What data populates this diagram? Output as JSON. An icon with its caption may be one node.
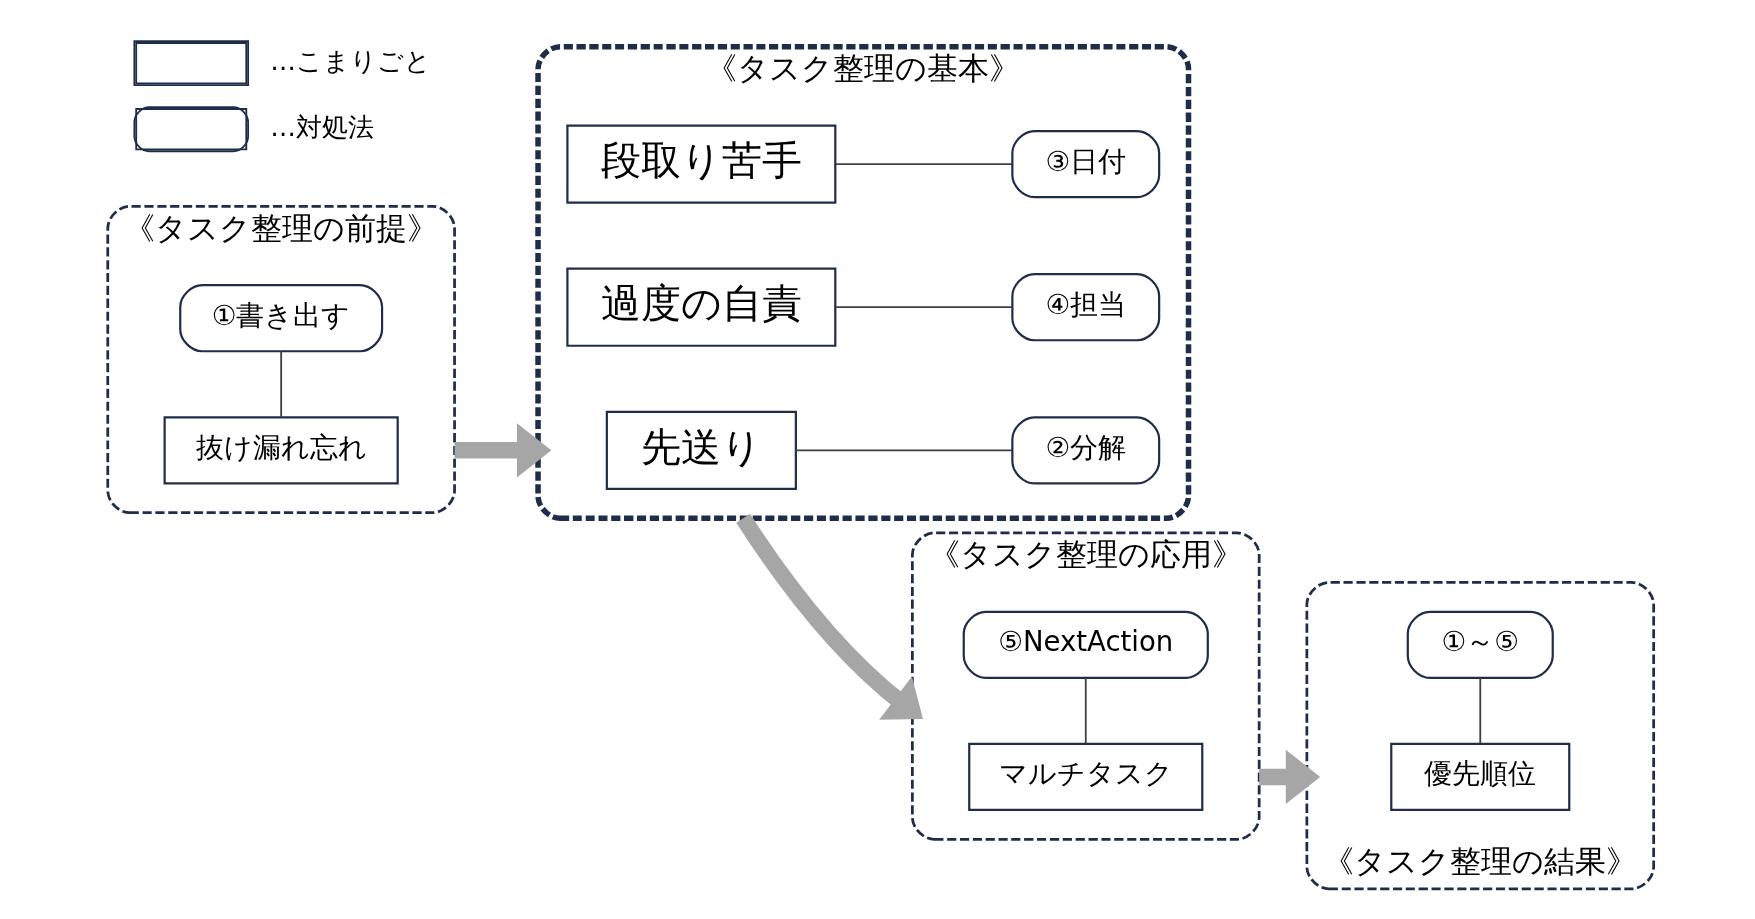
{
  "diagram": {
    "nodes": [
      {
        "text": [
          "《タスク整理の前提》"
        ]
      },
      {
        "text": [
          "抜け漏れ忘れ"
        ],
        "in": 0
      },
      {
        "text": [
          "①書き出す"
        ],
        "in": 0
      },
      {
        "text": [
          "《タスク整理の基本》"
        ]
      },
      {
        "text": [
          "先送り"
        ],
        "in": 3
      },
      {
        "text": [
          "②分解"
        ],
        "in": 3
      },
      {
        "text": [
          "段取り苦手"
        ],
        "in": 3
      },
      {
        "text": [
          "③日付"
        ],
        "in": 3
      },
      {
        "text": [
          "過度の自責"
        ],
        "in": 3
      },
      {
        "text": [
          "④担当"
        ],
        "in": 3
      },
      {
        "text": [
          "《タスク整理の応用》"
        ]
      },
      {
        "text": [
          "マルチタスク"
        ],
        "in": 10
      },
      {
        "text": [
          "⑤NextAction"
        ],
        "in": 10
      },
      {
        "text": [
          "《タスク整理の結果》"
        ]
      },
      {
        "text": [
          "優先順位"
        ],
        "in": 13
      },
      {
        "text": [
          "①～⑤"
        ],
        "in": 13
      }
    ],
    "edges": [
      {
        "from": 1,
        "to": 2,
        "arrow": "none"
      },
      {
        "from": 4,
        "to": 5,
        "arrow": "none"
      },
      {
        "from": 6,
        "to": 7,
        "arrow": "none"
      },
      {
        "from": 8,
        "to": 9,
        "arrow": "none"
      },
      {
        "from": 11,
        "to": 12,
        "arrow": "none"
      },
      {
        "from": 14,
        "to": 15,
        "arrow": "none"
      },
      {
        "from": 0,
        "to": 3,
        "arrow": "to",
        "style": "thick",
        "color": "#a6a6a6"
      },
      {
        "from": 3,
        "to": 10,
        "arrow": "to",
        "style": "thick",
        "color": "#a6a6a6"
      },
      {
        "from": 10,
        "to": 13,
        "arrow": "to",
        "style": "thick",
        "color": "#a6a6a6"
      }
    ],
    "legend": [
      {
        "text": "…こまりごと"
      },
      {
        "text": "…対処法"
      }
    ]
  }
}
